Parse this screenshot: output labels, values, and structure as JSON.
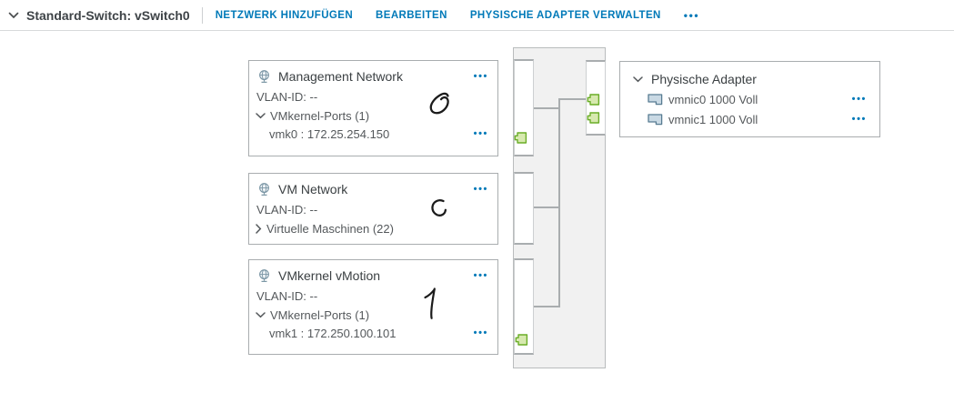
{
  "header": {
    "title": "Standard-Switch: vSwitch0",
    "actions": {
      "add_network": "NETZWERK HINZUFÜGEN",
      "edit": "BEARBEITEN",
      "manage_physical_adapters": "PHYSISCHE ADAPTER VERWALTEN"
    }
  },
  "ellipsis": "•••",
  "port_groups": [
    {
      "title": "Management Network",
      "vlan": "VLAN-ID: --",
      "ports_toggle": "VMkernel-Ports (1)",
      "ports_expanded": true,
      "port": "vmk0 : 172.25.254.150",
      "annotation": "0"
    },
    {
      "title": "VM Network",
      "vlan": "VLAN-ID: --",
      "ports_toggle": "Virtuelle Maschinen (22)",
      "ports_expanded": false,
      "annotation": "0"
    },
    {
      "title": "VMkernel vMotion",
      "vlan": "VLAN-ID: --",
      "ports_toggle": "VMkernel-Ports (1)",
      "ports_expanded": true,
      "port": "vmk1 : 172.250.100.101",
      "annotation": "1"
    }
  ],
  "physical_adapters": {
    "title": "Physische Adapter",
    "items": [
      {
        "label": "vmnic0 1000 Voll"
      },
      {
        "label": "vmnic1 1000 Voll"
      }
    ]
  },
  "colors": {
    "link_blue": "#0079b8",
    "port_green_fill": "#d7e9af",
    "port_green_border": "#6aad27",
    "box_border": "#a9adaf",
    "switch_fill": "#f1f1f1"
  }
}
